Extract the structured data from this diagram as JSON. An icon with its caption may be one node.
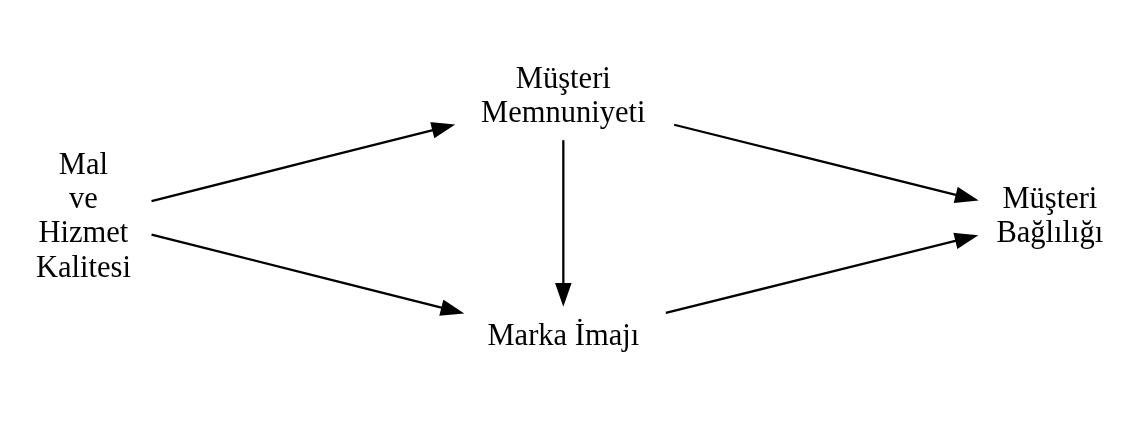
{
  "diagram": {
    "nodes": [
      {
        "text": [
          "Mal ve Hizmet Kalitesi"
        ]
      },
      {
        "text": [
          "Marka İmajı"
        ]
      },
      {
        "text": [
          "Müşteri Memnuniyeti"
        ]
      },
      {
        "text": [
          "Müşteri Bağlılığı"
        ]
      }
    ],
    "edges": [
      {
        "from": 0,
        "to": 1,
        "arrow": "to"
      },
      {
        "from": 0,
        "to": 2,
        "arrow": "to"
      },
      {
        "from": 2,
        "to": 1,
        "arrow": "to"
      },
      {
        "from": 1,
        "to": 3,
        "arrow": "to"
      },
      {
        "from": 2,
        "to": 3,
        "arrow": "to"
      }
    ]
  }
}
